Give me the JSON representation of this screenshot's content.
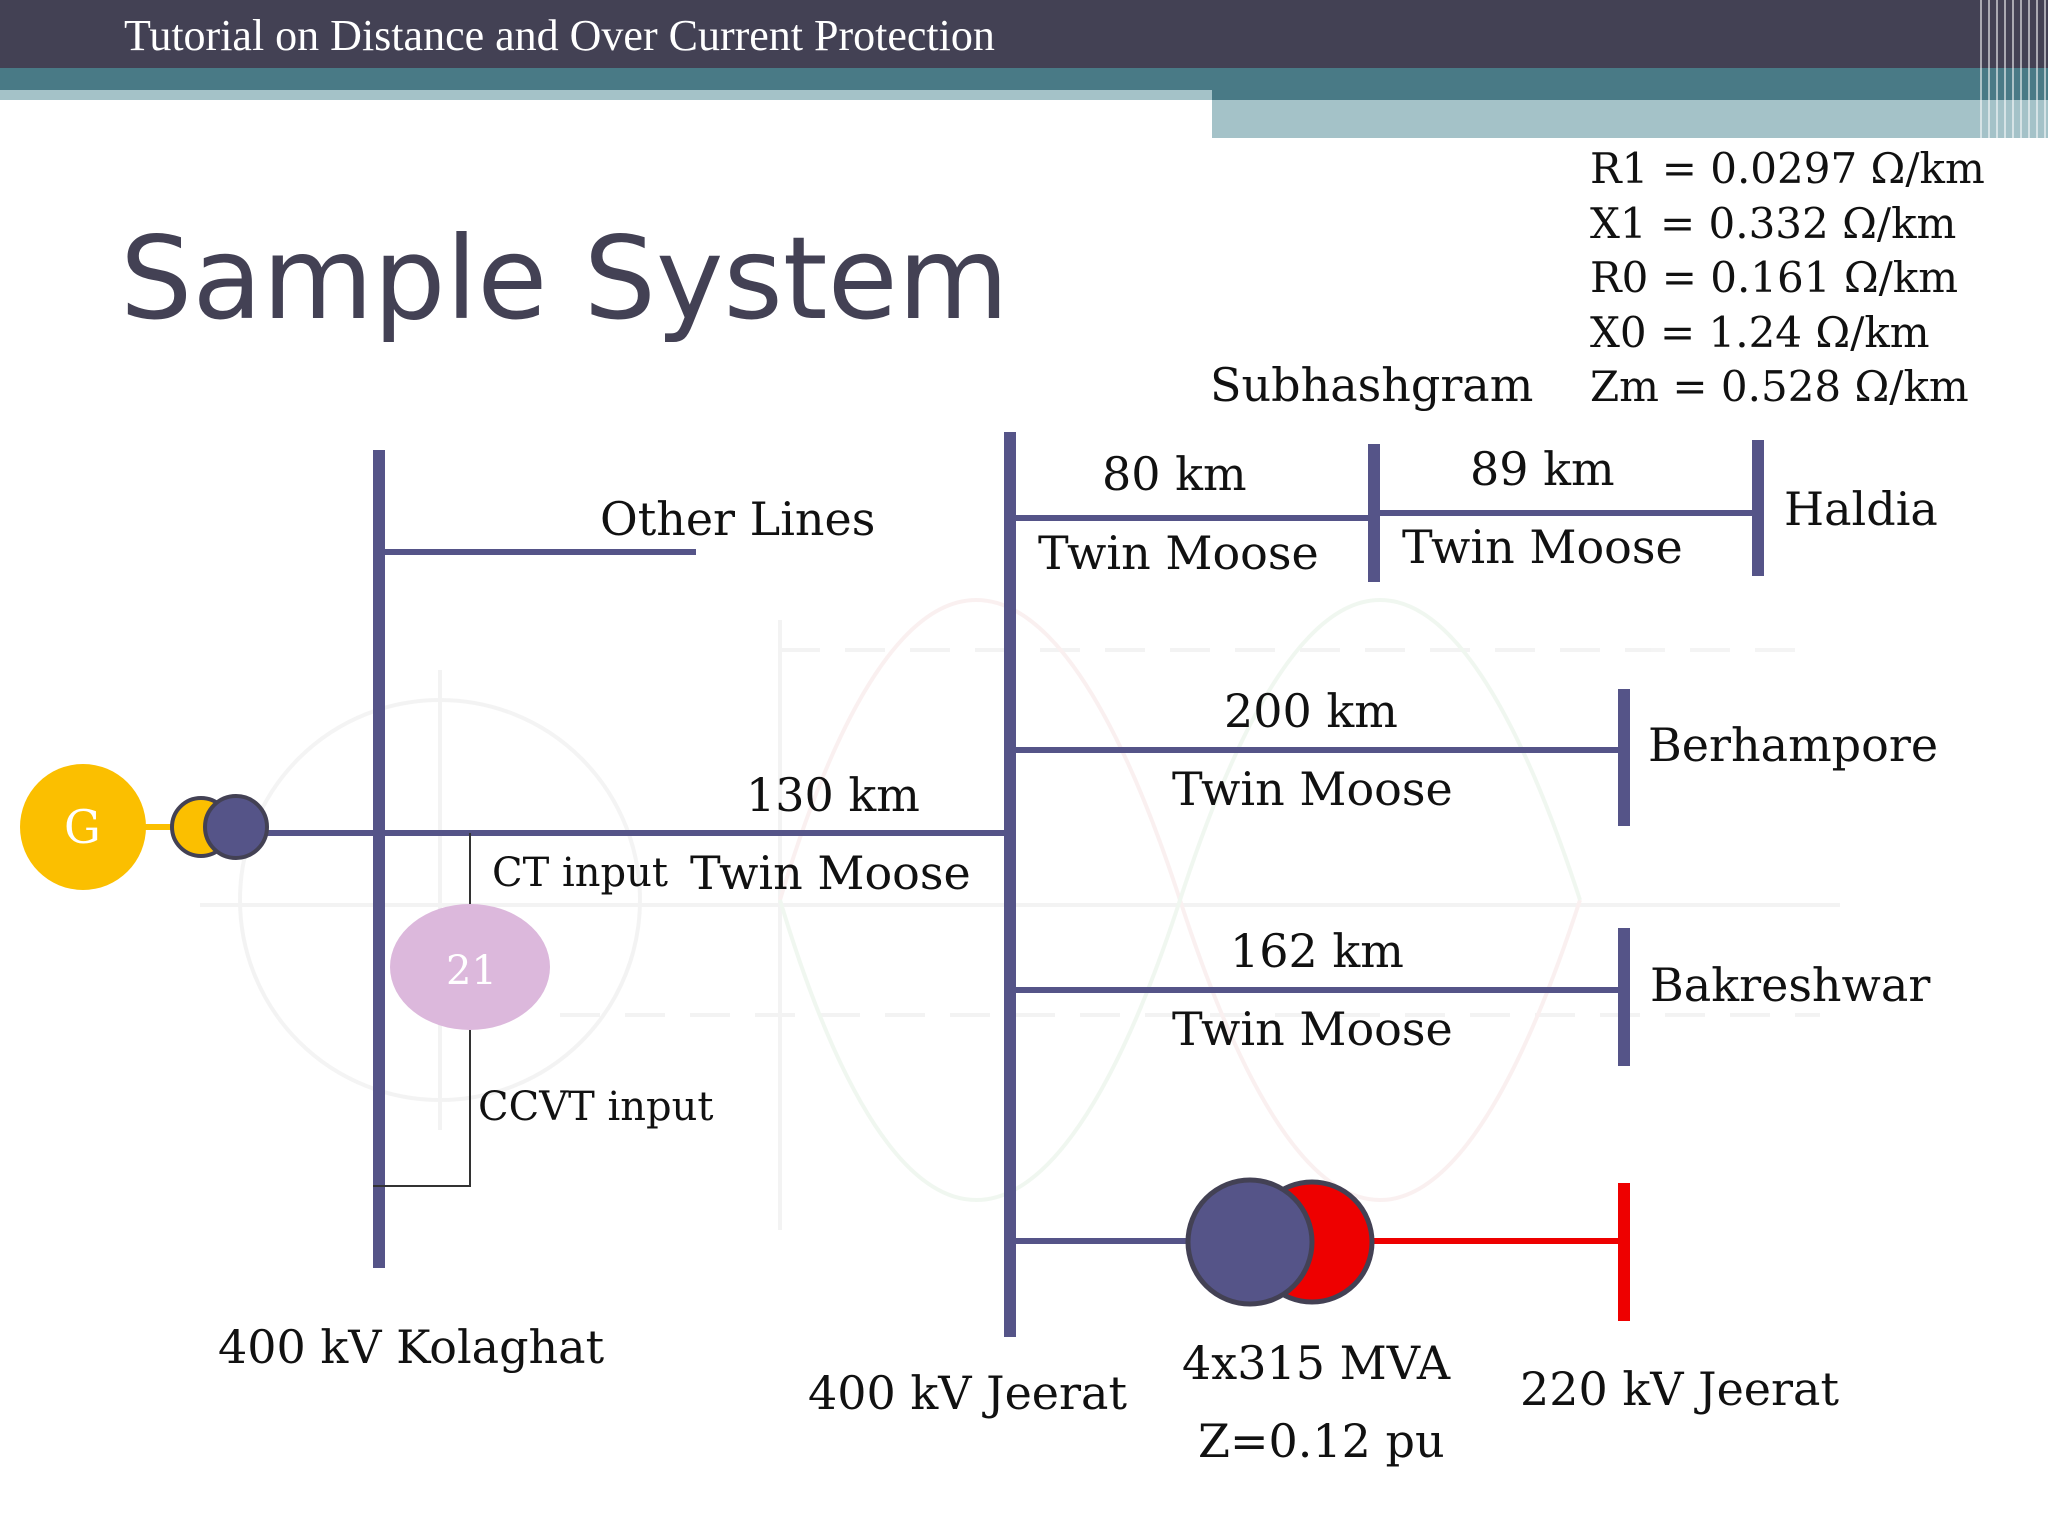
{
  "header": {
    "title": "Tutorial on Distance and Over Current Protection"
  },
  "slide": {
    "title": "Sample System"
  },
  "line_parameters": [
    "R1 = 0.0297 Ω/km",
    "X1 = 0.332 Ω/km",
    "R0 = 0.161 Ω/km",
    "X0 = 1.24 Ω/km",
    "Zm = 0.528 Ω/km"
  ],
  "diagram": {
    "generator_label": "G",
    "relay_label": "21",
    "ct_input": "CT input",
    "ccvt_input": "CCVT input",
    "other_lines": "Other Lines",
    "kolaghat_line": {
      "length": "130 km",
      "conductor": "Twin Moose"
    },
    "subhashgram_bus": "Subhashgram",
    "line_80": {
      "length": "80 km",
      "conductor": "Twin Moose"
    },
    "line_89": {
      "length": "89 km",
      "conductor": "Twin Moose"
    },
    "haldia": "Haldia",
    "line_200": {
      "length": "200 km",
      "conductor": "Twin Moose"
    },
    "berhampore": "Berhampore",
    "line_162": {
      "length": "162 km",
      "conductor": "Twin Moose"
    },
    "bakreshwar": "Bakreshwar",
    "bus_kolaghat": "400 kV Kolaghat",
    "bus_jeerat_400": "400 kV Jeerat",
    "transformer_rating": "4x315 MVA",
    "transformer_impedance": "Z=0.12 pu",
    "bus_jeerat_220": "220 kV Jeerat",
    "colors": {
      "bus_line": "#555488",
      "generator": "#fbbf00",
      "relay": "#dcb8dc",
      "low_voltage": "#ee0000",
      "header_bar": "#434154",
      "header_band": "#497a86"
    }
  }
}
